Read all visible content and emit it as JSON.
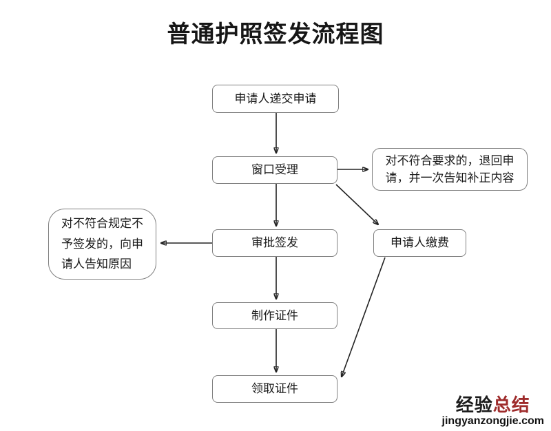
{
  "title": "普通护照签发流程图",
  "flowchart": {
    "steps": [
      {
        "label": "申请人递交申请"
      },
      {
        "label": "窗口受理"
      },
      {
        "label": "审批签发"
      },
      {
        "label": "制作证件"
      },
      {
        "label": "领取证件"
      }
    ],
    "notes": [
      {
        "label": "对不符合要求的，退回申\n请，并一次告知补正内容"
      },
      {
        "label": "对不符合规定不\n予签发的，向申\n请人告知原因"
      },
      {
        "label": "申请人缴费"
      }
    ],
    "connections": [
      "申请人递交申请 → 窗口受理",
      "窗口受理 → 对不符合要求的，退回申请，并一次告知补正内容",
      "窗口受理 → 审批签发",
      "窗口受理 → 申请人缴费",
      "审批签发 → 对不符合规定不予签发的，向申请人告知原因",
      "审批签发 → 制作证件",
      "制作证件 → 领取证件",
      "申请人缴费 → 领取证件"
    ]
  },
  "watermark": {
    "brand_black": "经验",
    "brand_red": "总结",
    "url": "jingyanzongjie.com"
  },
  "colors": {
    "box_border": "#7f7f7f",
    "arrow": "#222222",
    "text": "#1a1a1a",
    "watermark_red": "#9e2b2b"
  }
}
